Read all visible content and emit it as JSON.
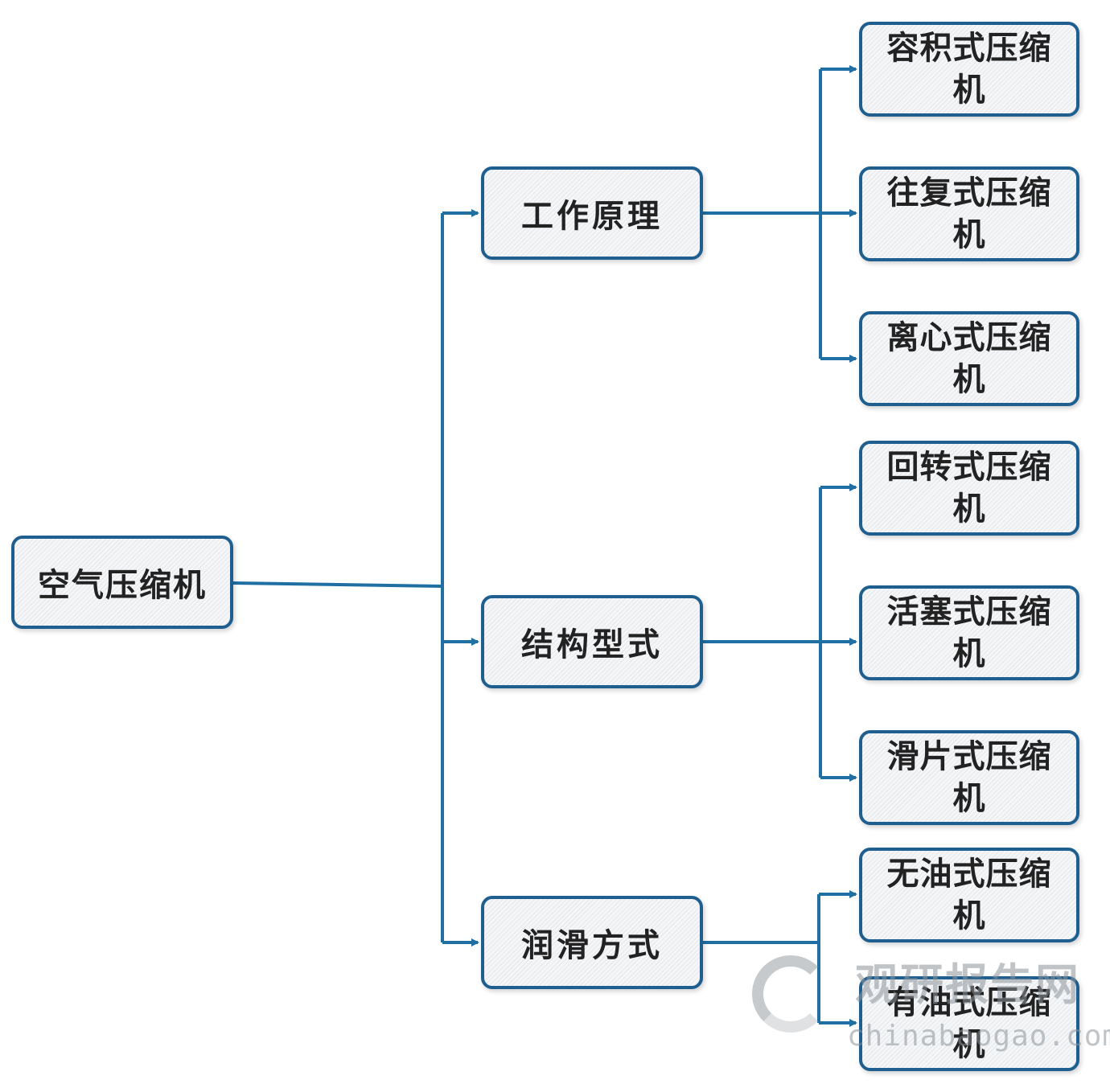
{
  "root": {
    "label": "空气压缩机"
  },
  "categories": [
    {
      "label": "工作原理",
      "children": [
        "容积式压缩机",
        "往复式压缩机",
        "离心式压缩机"
      ]
    },
    {
      "label": "结构型式",
      "children": [
        "回转式压缩机",
        "活塞式压缩机",
        "滑片式压缩机"
      ]
    },
    {
      "label": "润滑方式",
      "children": [
        "无油式压缩机",
        "有油式压缩机"
      ]
    }
  ],
  "watermark": {
    "name": "观研报告网",
    "domain": "chinabaogao.com"
  },
  "colors": {
    "line": "#1f6fa3",
    "border": "#1f5f8f"
  }
}
